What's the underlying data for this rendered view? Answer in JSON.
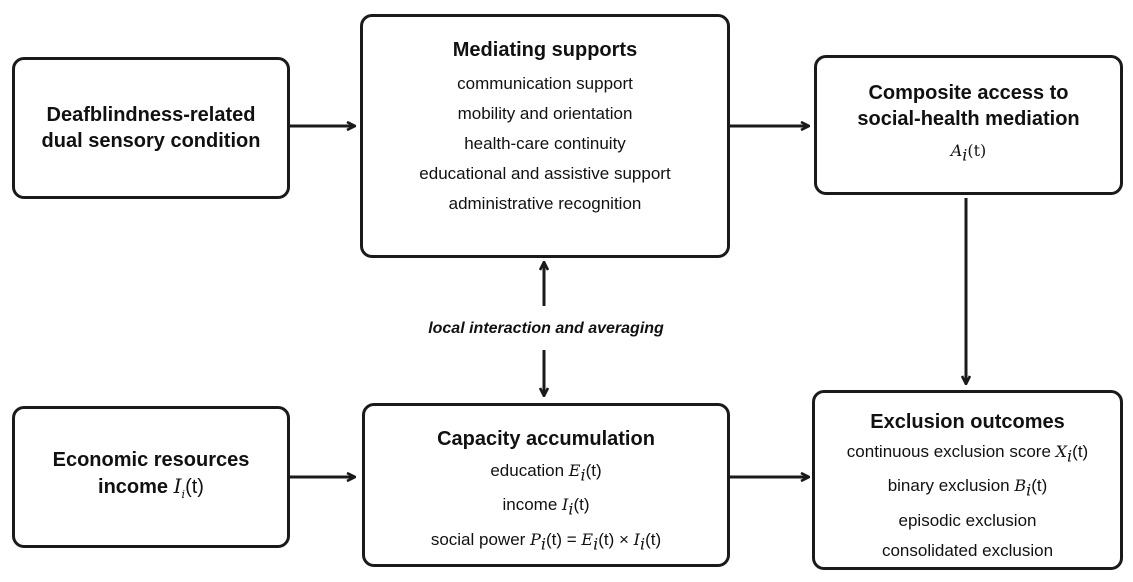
{
  "nodes": {
    "condition": {
      "line1": "Deafblindness-related",
      "line2": "dual sensory condition"
    },
    "supports": {
      "title": "Mediating supports",
      "items": [
        "communication support",
        "mobility and orientation",
        "health-care continuity",
        "educational and assistive support",
        "administrative recognition"
      ]
    },
    "access": {
      "line1": "Composite access to",
      "line2": "social-health mediation",
      "symbol": "A",
      "sub": "i",
      "arg": "(t)"
    },
    "economic": {
      "line1": "Economic resources",
      "line2_text": "income",
      "symbol": "I",
      "sub": "i",
      "arg": "(t)"
    },
    "capacity": {
      "title": "Capacity accumulation",
      "education_text": "education",
      "education_symbol": "E",
      "income_text": "income",
      "income_symbol": "I",
      "power_text": "social power",
      "power_symbol": "P",
      "equals": "=",
      "times": "×",
      "sub": "i",
      "arg": "(t)"
    },
    "outcomes": {
      "title": "Exclusion outcomes",
      "continuous_text": "continuous exclusion score",
      "continuous_symbol": "X",
      "binary_text": "binary exclusion",
      "binary_symbol": "B",
      "sub": "i",
      "arg": "(t)",
      "episodic": "episodic exclusion",
      "consolidated": "consolidated exclusion"
    }
  },
  "edge_label": "local interaction and averaging"
}
